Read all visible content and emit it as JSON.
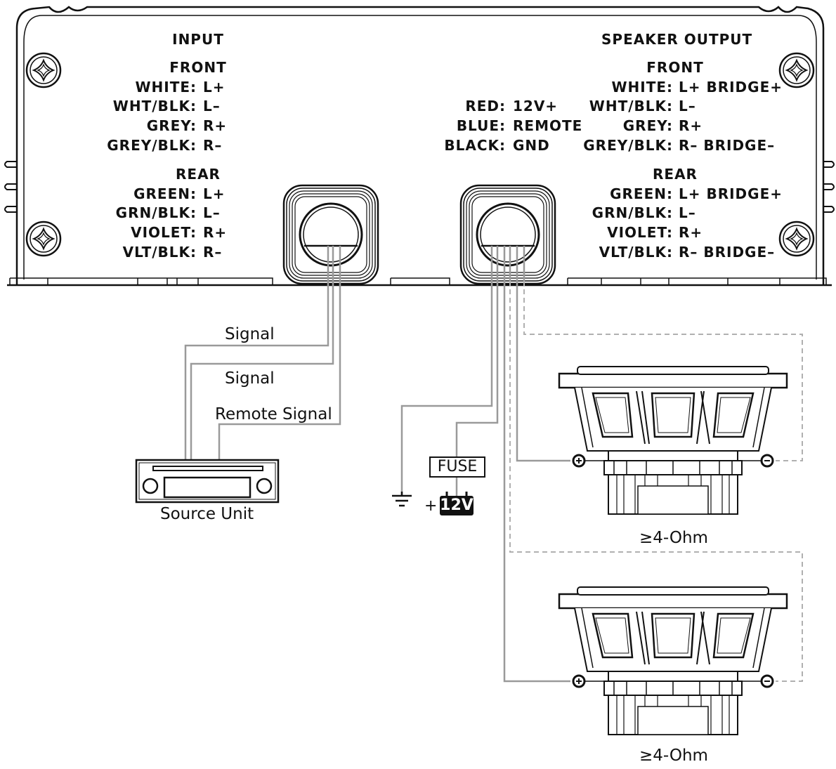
{
  "input": {
    "title": "INPUT",
    "front": {
      "heading": "FRONT",
      "rows": [
        {
          "wire": "WHITE:",
          "func": "L+"
        },
        {
          "wire": "WHT/BLK:",
          "func": "L–"
        },
        {
          "wire": "GREY:",
          "func": "R+"
        },
        {
          "wire": "GREY/BLK:",
          "func": "R–"
        }
      ]
    },
    "rear": {
      "heading": "REAR",
      "rows": [
        {
          "wire": "GREEN:",
          "func": "L+"
        },
        {
          "wire": "GRN/BLK:",
          "func": "L–"
        },
        {
          "wire": "VIOLET:",
          "func": "R+"
        },
        {
          "wire": "VLT/BLK:",
          "func": "R–"
        }
      ]
    }
  },
  "power": {
    "rows": [
      {
        "wire": "RED:",
        "func": "12V+"
      },
      {
        "wire": "BLUE:",
        "func": "REMOTE"
      },
      {
        "wire": "BLACK:",
        "func": "GND"
      }
    ]
  },
  "speaker_output": {
    "title": "SPEAKER OUTPUT",
    "front": {
      "heading": "FRONT",
      "rows": [
        {
          "wire": "WHITE:",
          "func": "L+ BRIDGE+"
        },
        {
          "wire": "WHT/BLK:",
          "func": "L–"
        },
        {
          "wire": "GREY:",
          "func": "R+"
        },
        {
          "wire": "GREY/BLK:",
          "func": "R– BRIDGE–"
        }
      ]
    },
    "rear": {
      "heading": "REAR",
      "rows": [
        {
          "wire": "GREEN:",
          "func": "L+ BRIDGE+"
        },
        {
          "wire": "GRN/BLK:",
          "func": "L–"
        },
        {
          "wire": "VIOLET:",
          "func": "R+"
        },
        {
          "wire": "VLT/BLK:",
          "func": "R– BRIDGE–"
        }
      ]
    }
  },
  "wires": {
    "signal_1": "Signal",
    "signal_2": "Signal",
    "remote": "Remote Signal"
  },
  "source_unit": "Source Unit",
  "fuse": "FUSE",
  "battery": "12V",
  "battery_plus": "+",
  "speakers": [
    {
      "impedance": "≥4-Ohm"
    },
    {
      "impedance": "≥4-Ohm"
    }
  ],
  "colors": {
    "line": "#111111",
    "wire": "#9a9a9a",
    "dashed": "#b0b0b0",
    "battery": "#111111"
  }
}
